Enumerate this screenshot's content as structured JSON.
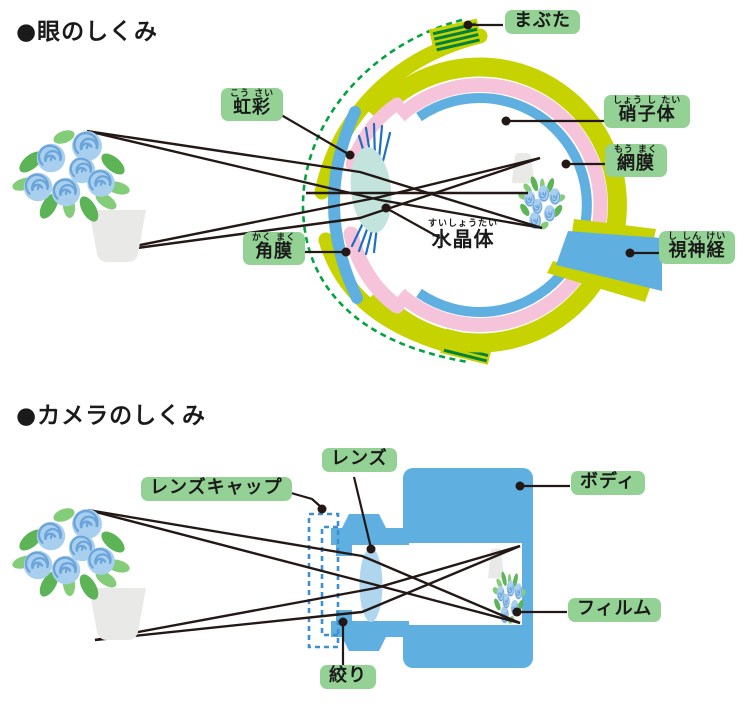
{
  "colors": {
    "label_bg": "#93d194",
    "sclera_yellow_green": "#c6d300",
    "choroid_pink": "#f5c3da",
    "retina_blue": "#5fb0e0",
    "eye_lens_teal": "#c3e3dd",
    "eyelid_dash_green": "#00a33e",
    "eyelash_green": "#00813d",
    "camera_blue": "#5fb0e0",
    "camera_lens_blue": "#b0d6ef",
    "ray_black": "#231815"
  },
  "eye": {
    "title": "●眼のしくみ",
    "labels": {
      "mabuta": {
        "text": "まぶた"
      },
      "kosai": {
        "furigana": "こう さい",
        "text": "虹彩"
      },
      "shoshitai": {
        "furigana": "しょう し たい",
        "text": "硝子体"
      },
      "momaku": {
        "furigana": "もう まく",
        "text": "網膜"
      },
      "shishinkei": {
        "furigana": "し しん けい",
        "text": "視神経"
      },
      "kakumaku": {
        "furigana": "かく まく",
        "text": "角膜"
      },
      "suishotai": {
        "furigana": "すいしょうたい",
        "text": "水晶体"
      }
    }
  },
  "camera": {
    "title": "●カメラのしくみ",
    "labels": {
      "lens_cap": {
        "text": "レンズキャップ"
      },
      "lens": {
        "text": "レンズ"
      },
      "body": {
        "text": "ボディ"
      },
      "film": {
        "text": "フィルム"
      },
      "shibori": {
        "text": "絞り"
      }
    }
  }
}
